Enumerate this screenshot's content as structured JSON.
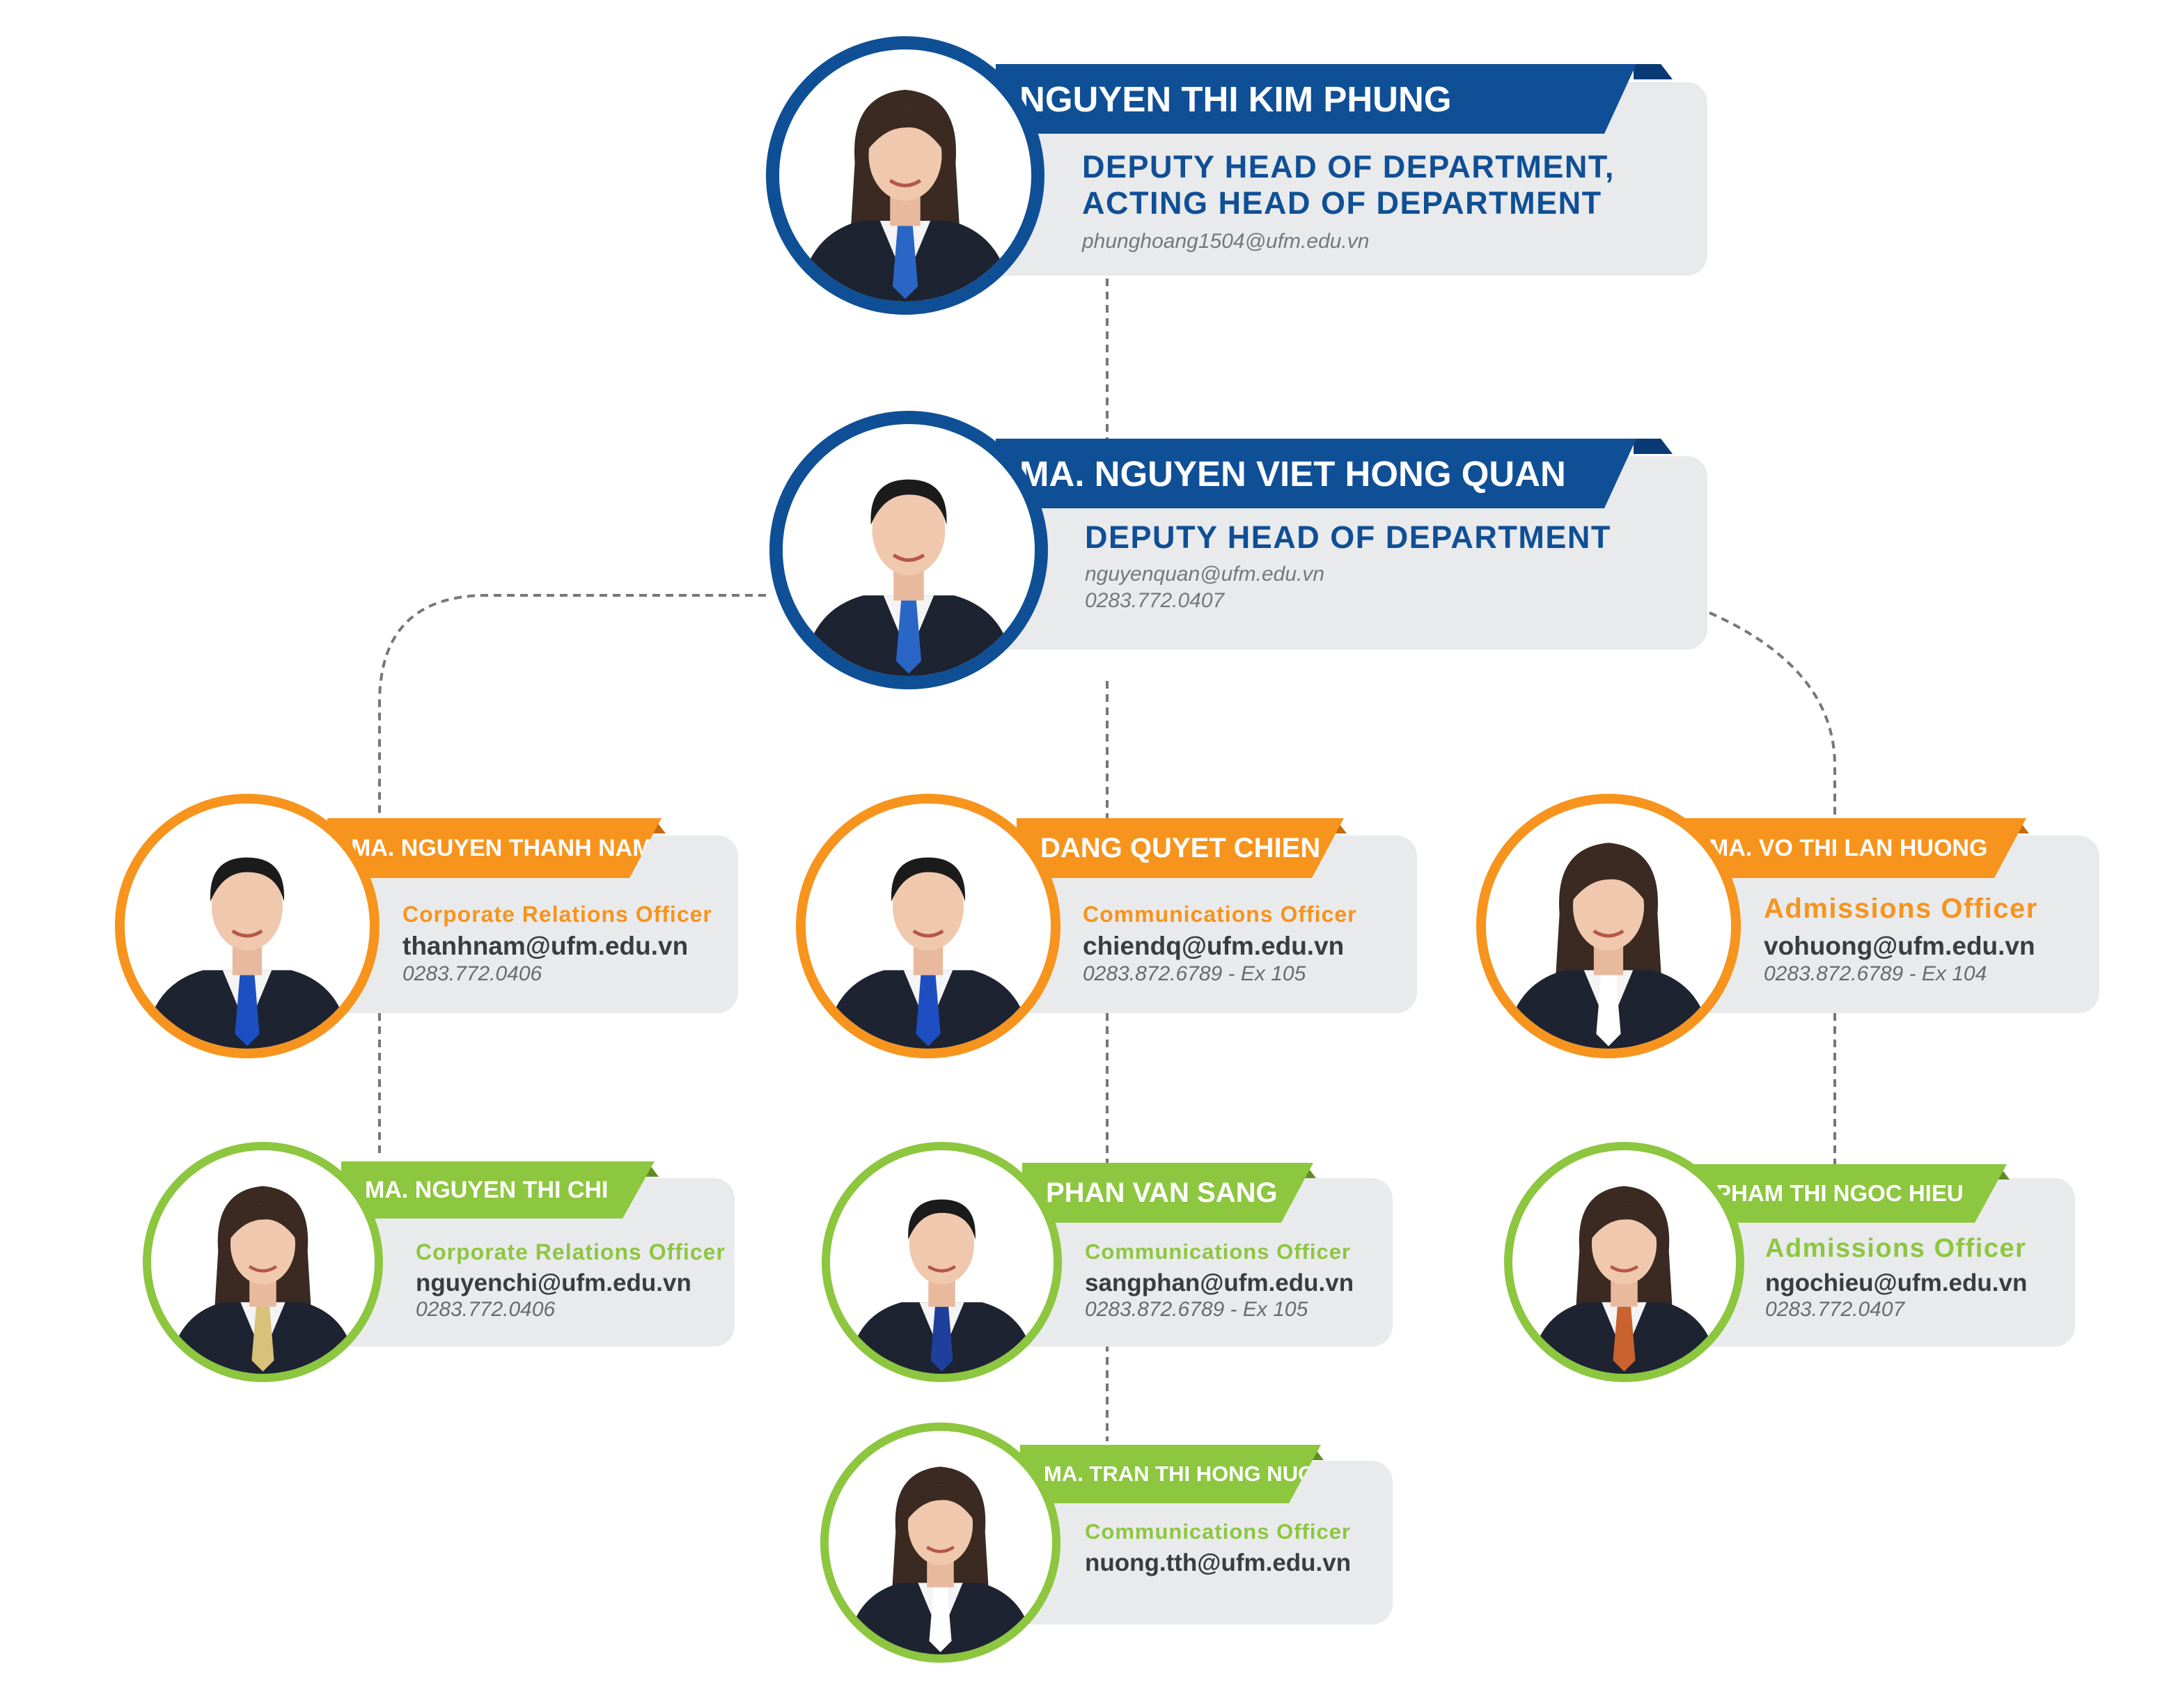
{
  "colors": {
    "blue": "#0f4f96",
    "orange": "#f7941d",
    "green": "#8dc63f",
    "card": "#e9eaec"
  },
  "people": {
    "phung": {
      "name": "NGUYEN THI KIM PHUNG",
      "role_line1": "DEPUTY HEAD OF DEPARTMENT,",
      "role_line2": "ACTING HEAD OF DEPARTMENT",
      "email": "phunghoang1504@ufm.edu.vn",
      "phone": "",
      "theme": "blue",
      "portrait": "female",
      "tie": "#2a66c5"
    },
    "quan": {
      "name": "MA. NGUYEN VIET HONG QUAN",
      "role_line1": "DEPUTY HEAD OF DEPARTMENT",
      "role_line2": "",
      "email": "nguyenquan@ufm.edu.vn",
      "phone": "0283.772.0407",
      "theme": "blue",
      "portrait": "male",
      "tie": "#2a66c5"
    },
    "nam": {
      "name": "MA. NGUYEN THANH NAM",
      "role_line1": "Corporate Relations Officer",
      "role_line2": "",
      "email": "thanhnam@ufm.edu.vn",
      "phone": "0283.772.0406",
      "theme": "orange",
      "portrait": "male",
      "tie": "#1e4fc2"
    },
    "chien": {
      "name": "DANG QUYET CHIEN",
      "role_line1": "Communications Officer",
      "role_line2": "",
      "email": "chiendq@ufm.edu.vn",
      "phone": "0283.872.6789 - Ex 105",
      "theme": "orange",
      "portrait": "male",
      "tie": "#1e4fc2"
    },
    "huong": {
      "name": "MA. VO THI LAN HUONG",
      "role_line1": "Admissions Officer",
      "role_line2": "",
      "email": "vohuong@ufm.edu.vn",
      "phone": "0283.872.6789 - Ex 104",
      "theme": "orange",
      "portrait": "female",
      "tie": "#ffffff"
    },
    "chi": {
      "name": "MA. NGUYEN THI CHI",
      "role_line1": "Corporate Relations Officer",
      "role_line2": "",
      "email": "nguyenchi@ufm.edu.vn",
      "phone": "0283.772.0406",
      "theme": "green",
      "portrait": "female",
      "tie": "#d8c27a"
    },
    "sang": {
      "name": "PHAN VAN SANG",
      "role_line1": "Communications Officer",
      "role_line2": "",
      "email": "sangphan@ufm.edu.vn",
      "phone": "0283.872.6789 - Ex 105",
      "theme": "green",
      "portrait": "male",
      "tie": "#1e3f9c"
    },
    "hieu": {
      "name": "PHAM THI NGOC HIEU",
      "role_line1": "Admissions Officer",
      "role_line2": "",
      "email": "ngochieu@ufm.edu.vn",
      "phone": "0283.772.0407",
      "theme": "green",
      "portrait": "female",
      "tie": "#c9622e"
    },
    "nuong": {
      "name": "MA. TRAN THI HONG NUONG",
      "role_line1": "Communications Officer",
      "role_line2": "",
      "email": "nuong.tth@ufm.edu.vn",
      "phone": "",
      "theme": "green",
      "portrait": "female",
      "tie": "#ffffff"
    }
  }
}
